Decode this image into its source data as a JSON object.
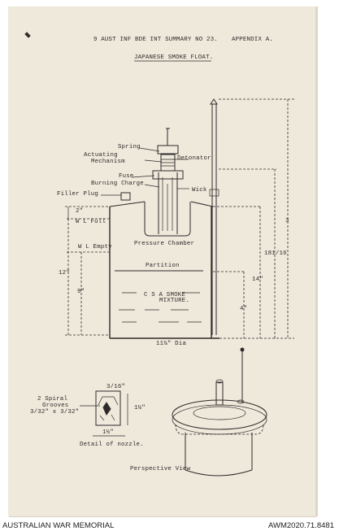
{
  "document": {
    "header_reference": "9 AUST INF BDE INT SUMMARY NO 23.",
    "appendix": "APPENDIX A.",
    "title": "JAPANESE SMOKE FLOAT.",
    "labels": {
      "spring": "Spring",
      "actuating": "Actuating",
      "mechanism": "Mechanism",
      "detonator": "Detonator",
      "fuse": "Fuse",
      "burning_charge": "Burning Charge",
      "wick": "Wick",
      "filler_plug": "Filler Plug",
      "pressure_chamber": "Pressure Chamber",
      "partition": "Partition",
      "mixture_line1": "C S A SMOKE",
      "mixture_line2": "MIXTURE.",
      "wl_full": "W L Full",
      "wl_empty": "W L Empty"
    },
    "dimensions": {
      "d_2in": "2\"",
      "d_12in": "12\"",
      "d_9in": "9\"",
      "d_14in": "14\"",
      "d_4in": "4\"",
      "d_18_1_16": "181/16",
      "d_top": "3",
      "diameter": "11⅞\" Dia"
    },
    "nozzle": {
      "grooves_line1": "2 Spiral",
      "grooves_line2": "Grooves",
      "grooves_line3": "3/32\" x 3/32\"",
      "dim_top": "3/16\"",
      "dim_side": "1½\"",
      "dim_bottom": "1½\"",
      "caption": "Detail of nozzle."
    },
    "perspective_caption": "Perspective View"
  },
  "footer": {
    "source": "AUSTRALIAN WAR MEMORIAL",
    "accession": "AWM2020.71.8481"
  }
}
